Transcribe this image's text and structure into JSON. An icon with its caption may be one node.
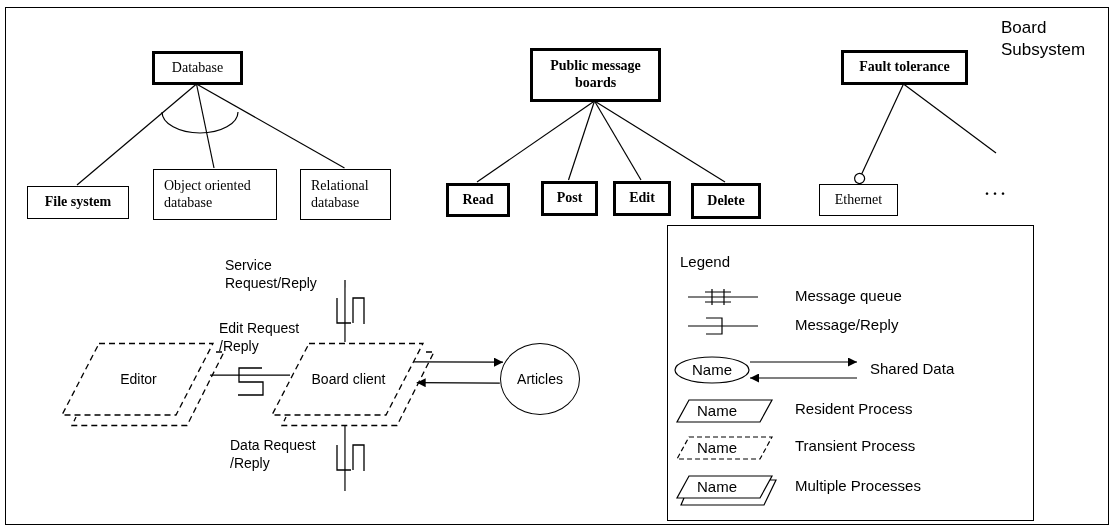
{
  "diagram": {
    "nodes": [
      {
        "text": [
          "Board Subsystem"
        ]
      },
      {
        "text": [
          "Database"
        ],
        "in": 0
      },
      {
        "text": [
          "File system"
        ],
        "in": 0
      },
      {
        "text": [
          "Object oriented database"
        ],
        "in": 0
      },
      {
        "text": [
          "Relational database"
        ],
        "in": 0
      },
      {
        "text": [
          "Public message boards"
        ],
        "in": 0
      },
      {
        "text": [
          "Read"
        ],
        "in": 0
      },
      {
        "text": [
          "Post"
        ],
        "in": 0
      },
      {
        "text": [
          "Edit"
        ],
        "in": 0
      },
      {
        "text": [
          "Delete"
        ],
        "in": 0
      },
      {
        "text": [
          "Fault tolerance"
        ],
        "in": 0
      },
      {
        "text": [
          "Ethernet"
        ],
        "in": 0
      },
      {
        "text": [
          "..."
        ],
        "in": 0
      },
      {
        "text": [
          "Editor"
        ],
        "in": 0
      },
      {
        "text": [
          "Board client"
        ],
        "in": 0
      },
      {
        "text": [
          "Articles"
        ],
        "in": 0
      }
    ],
    "edges": [
      {
        "from": 1,
        "to": 2,
        "arrow": "none"
      },
      {
        "from": 1,
        "to": 3,
        "arrow": "none"
      },
      {
        "from": 1,
        "to": 4,
        "arrow": "none"
      },
      {
        "from": 5,
        "to": 6,
        "arrow": "none"
      },
      {
        "from": 5,
        "to": 7,
        "arrow": "none"
      },
      {
        "from": 5,
        "to": 8,
        "arrow": "none"
      },
      {
        "from": 5,
        "to": 9,
        "arrow": "none"
      },
      {
        "from": 10,
        "to": 11,
        "arrow": "other"
      },
      {
        "from": 10,
        "to": 12,
        "arrow": "none"
      },
      {
        "from": 13,
        "to": 14,
        "arrow": "none",
        "label": "Edit Request /Reply"
      },
      {
        "from": 14,
        "to": 15,
        "arrow": "to"
      },
      {
        "from": 15,
        "to": 14,
        "arrow": "to"
      },
      {
        "from": null,
        "to": 14,
        "arrow": "none",
        "label": "Service Request/Reply"
      },
      {
        "from": 14,
        "to": null,
        "arrow": "none",
        "label": "Data Request /Reply"
      }
    ],
    "labels": [
      "Legend",
      "Name",
      "Name",
      "Name",
      "Name"
    ],
    "legend": [
      {
        "text": "Message queue"
      },
      {
        "text": "Message/Reply"
      },
      {
        "text": "Shared Data"
      },
      {
        "text": "Resident Process"
      },
      {
        "text": "Transient Process"
      },
      {
        "text": "Multiple Processes"
      }
    ]
  }
}
